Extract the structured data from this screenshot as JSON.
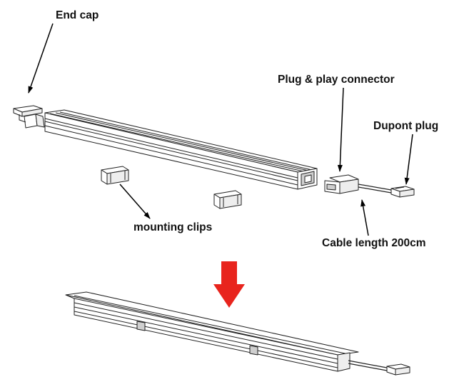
{
  "labels": {
    "end_cap": "End cap",
    "plug_connector": "Plug & play connector",
    "dupont_plug": "Dupont plug",
    "mounting_clips": "mounting clips",
    "cable_length": "Cable length 200cm"
  },
  "colors": {
    "arrow_red": "#e8241d",
    "line": "#222222",
    "background": "#ffffff"
  }
}
